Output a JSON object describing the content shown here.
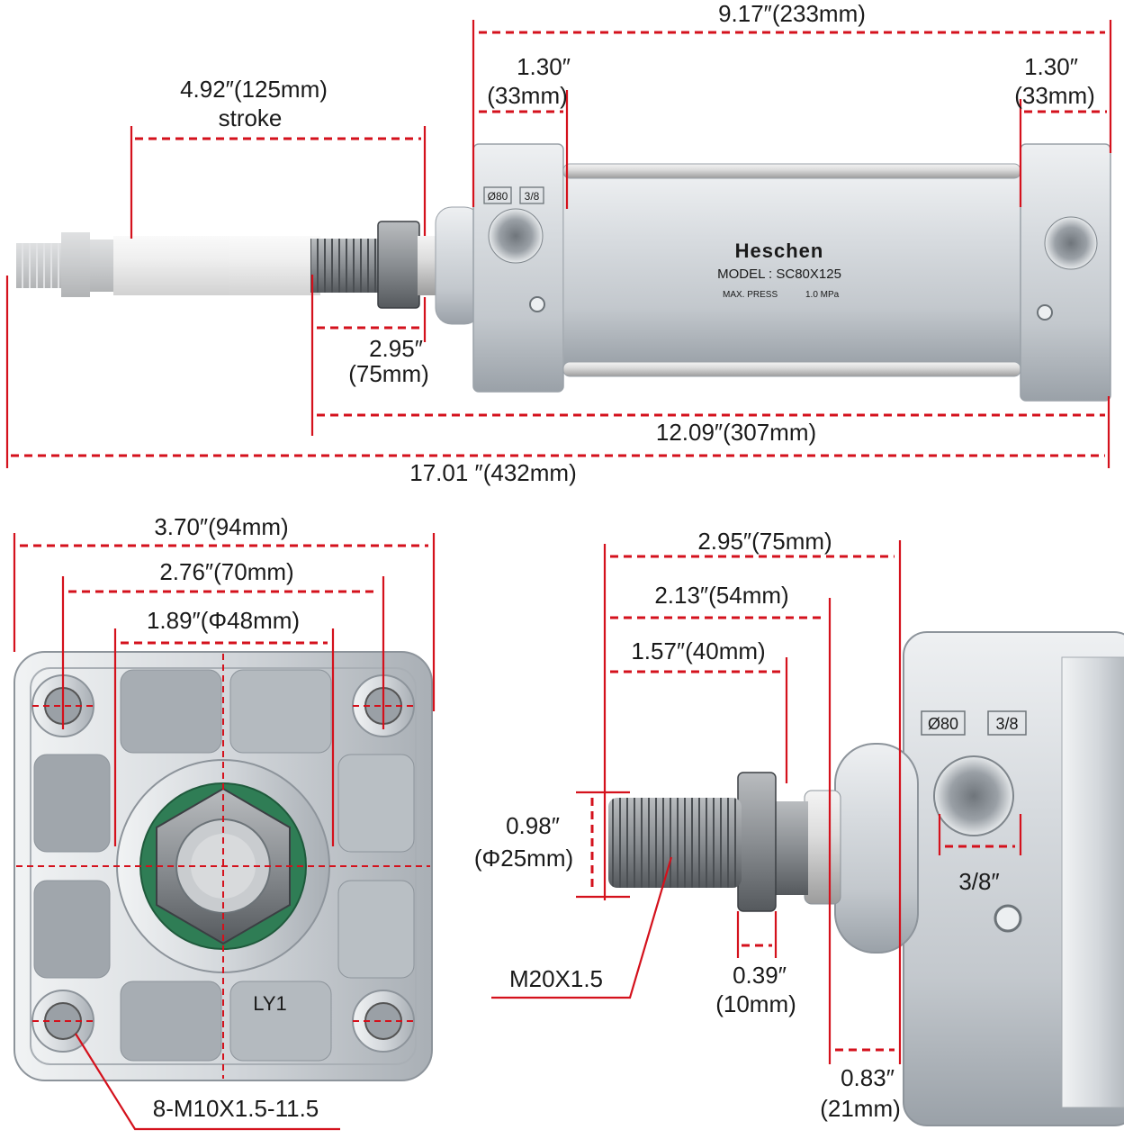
{
  "product": {
    "brand": "Heschen",
    "model": "MODEL : SC80X125",
    "max_press_label": "MAX. PRESS",
    "max_press_value": "1.0 MPa",
    "bore_mark": "Ø80",
    "port_mark": "3/8",
    "cover_mark": "LY1"
  },
  "colors": {
    "dimension": "#d4111c",
    "aluminum": "#c9ced3",
    "aluminum_dark": "#8d949b",
    "steel": "#7d8186",
    "seal_green": "#2f7d55"
  },
  "dimensions": {
    "total_length": "17.01 ″(432mm)",
    "body_rod_length": "12.09″(307mm)",
    "body_length": "9.17″(233mm)",
    "cap_left": {
      "line1": "1.30″",
      "line2": "(33mm)"
    },
    "cap_right": {
      "line1": "1.30″",
      "line2": "(33mm)"
    },
    "stroke": {
      "line1": "4.92″(125mm)",
      "line2": "stroke"
    },
    "rod_extension": {
      "line1": "2.95″",
      "line2": "(75mm)"
    },
    "square_width": "3.70″(94mm)",
    "hole_spacing": "2.76″(70mm)",
    "boss_diameter": "1.89″(Φ48mm)",
    "mount_thread": "8-M10X1.5-11.5",
    "rod_total": "2.95″(75mm)",
    "rod_54": "2.13″(54mm)",
    "rod_thread_length": "1.57″(40mm)",
    "rod_diameter": {
      "line1": "0.98″",
      "line2": "(Φ25mm)"
    },
    "rod_thread": "M20X1.5",
    "nut_width": {
      "line1": "0.39″",
      "line2": "(10mm)"
    },
    "boss_length": {
      "line1": "0.83″",
      "line2": "(21mm)"
    },
    "port_size": "3/8″"
  }
}
